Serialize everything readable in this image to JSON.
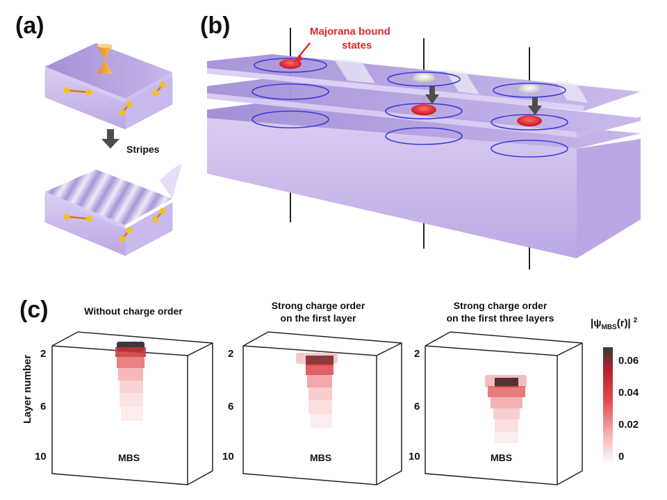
{
  "panels": {
    "a": {
      "label": "(a)",
      "stripes_label": "Stripes"
    },
    "b": {
      "label": "(b)",
      "annotation": "Majorana bound",
      "annotation_line2": "states"
    },
    "c": {
      "label": "(c)",
      "y_axis_label": "Layer number",
      "y_ticks": [
        "2",
        "6",
        "10"
      ],
      "bottom_label": "MBS",
      "subplots": [
        {
          "title_line1": "Without charge order",
          "title_line2": ""
        },
        {
          "title_line1": "Strong charge order",
          "title_line2": "on the first layer"
        },
        {
          "title_line1": "Strong charge order",
          "title_line2": "on the first three layers"
        }
      ]
    }
  },
  "colorbar": {
    "title": "|ψ",
    "subscript": "MBS",
    "title_tail": "(r)|",
    "superscript": "2",
    "ticks": [
      "0.06",
      "0.04",
      "0.02",
      "0"
    ],
    "colors": {
      "top": "#3a3a3a",
      "mid": "#d3262c",
      "low": "#f4b3b3",
      "bottom": "#ffffff"
    }
  },
  "colors": {
    "slab": "#c8b8e8",
    "slab_dark": "#a690d4",
    "orbit": "#3a3ad8",
    "mbs": "#e0262a"
  }
}
